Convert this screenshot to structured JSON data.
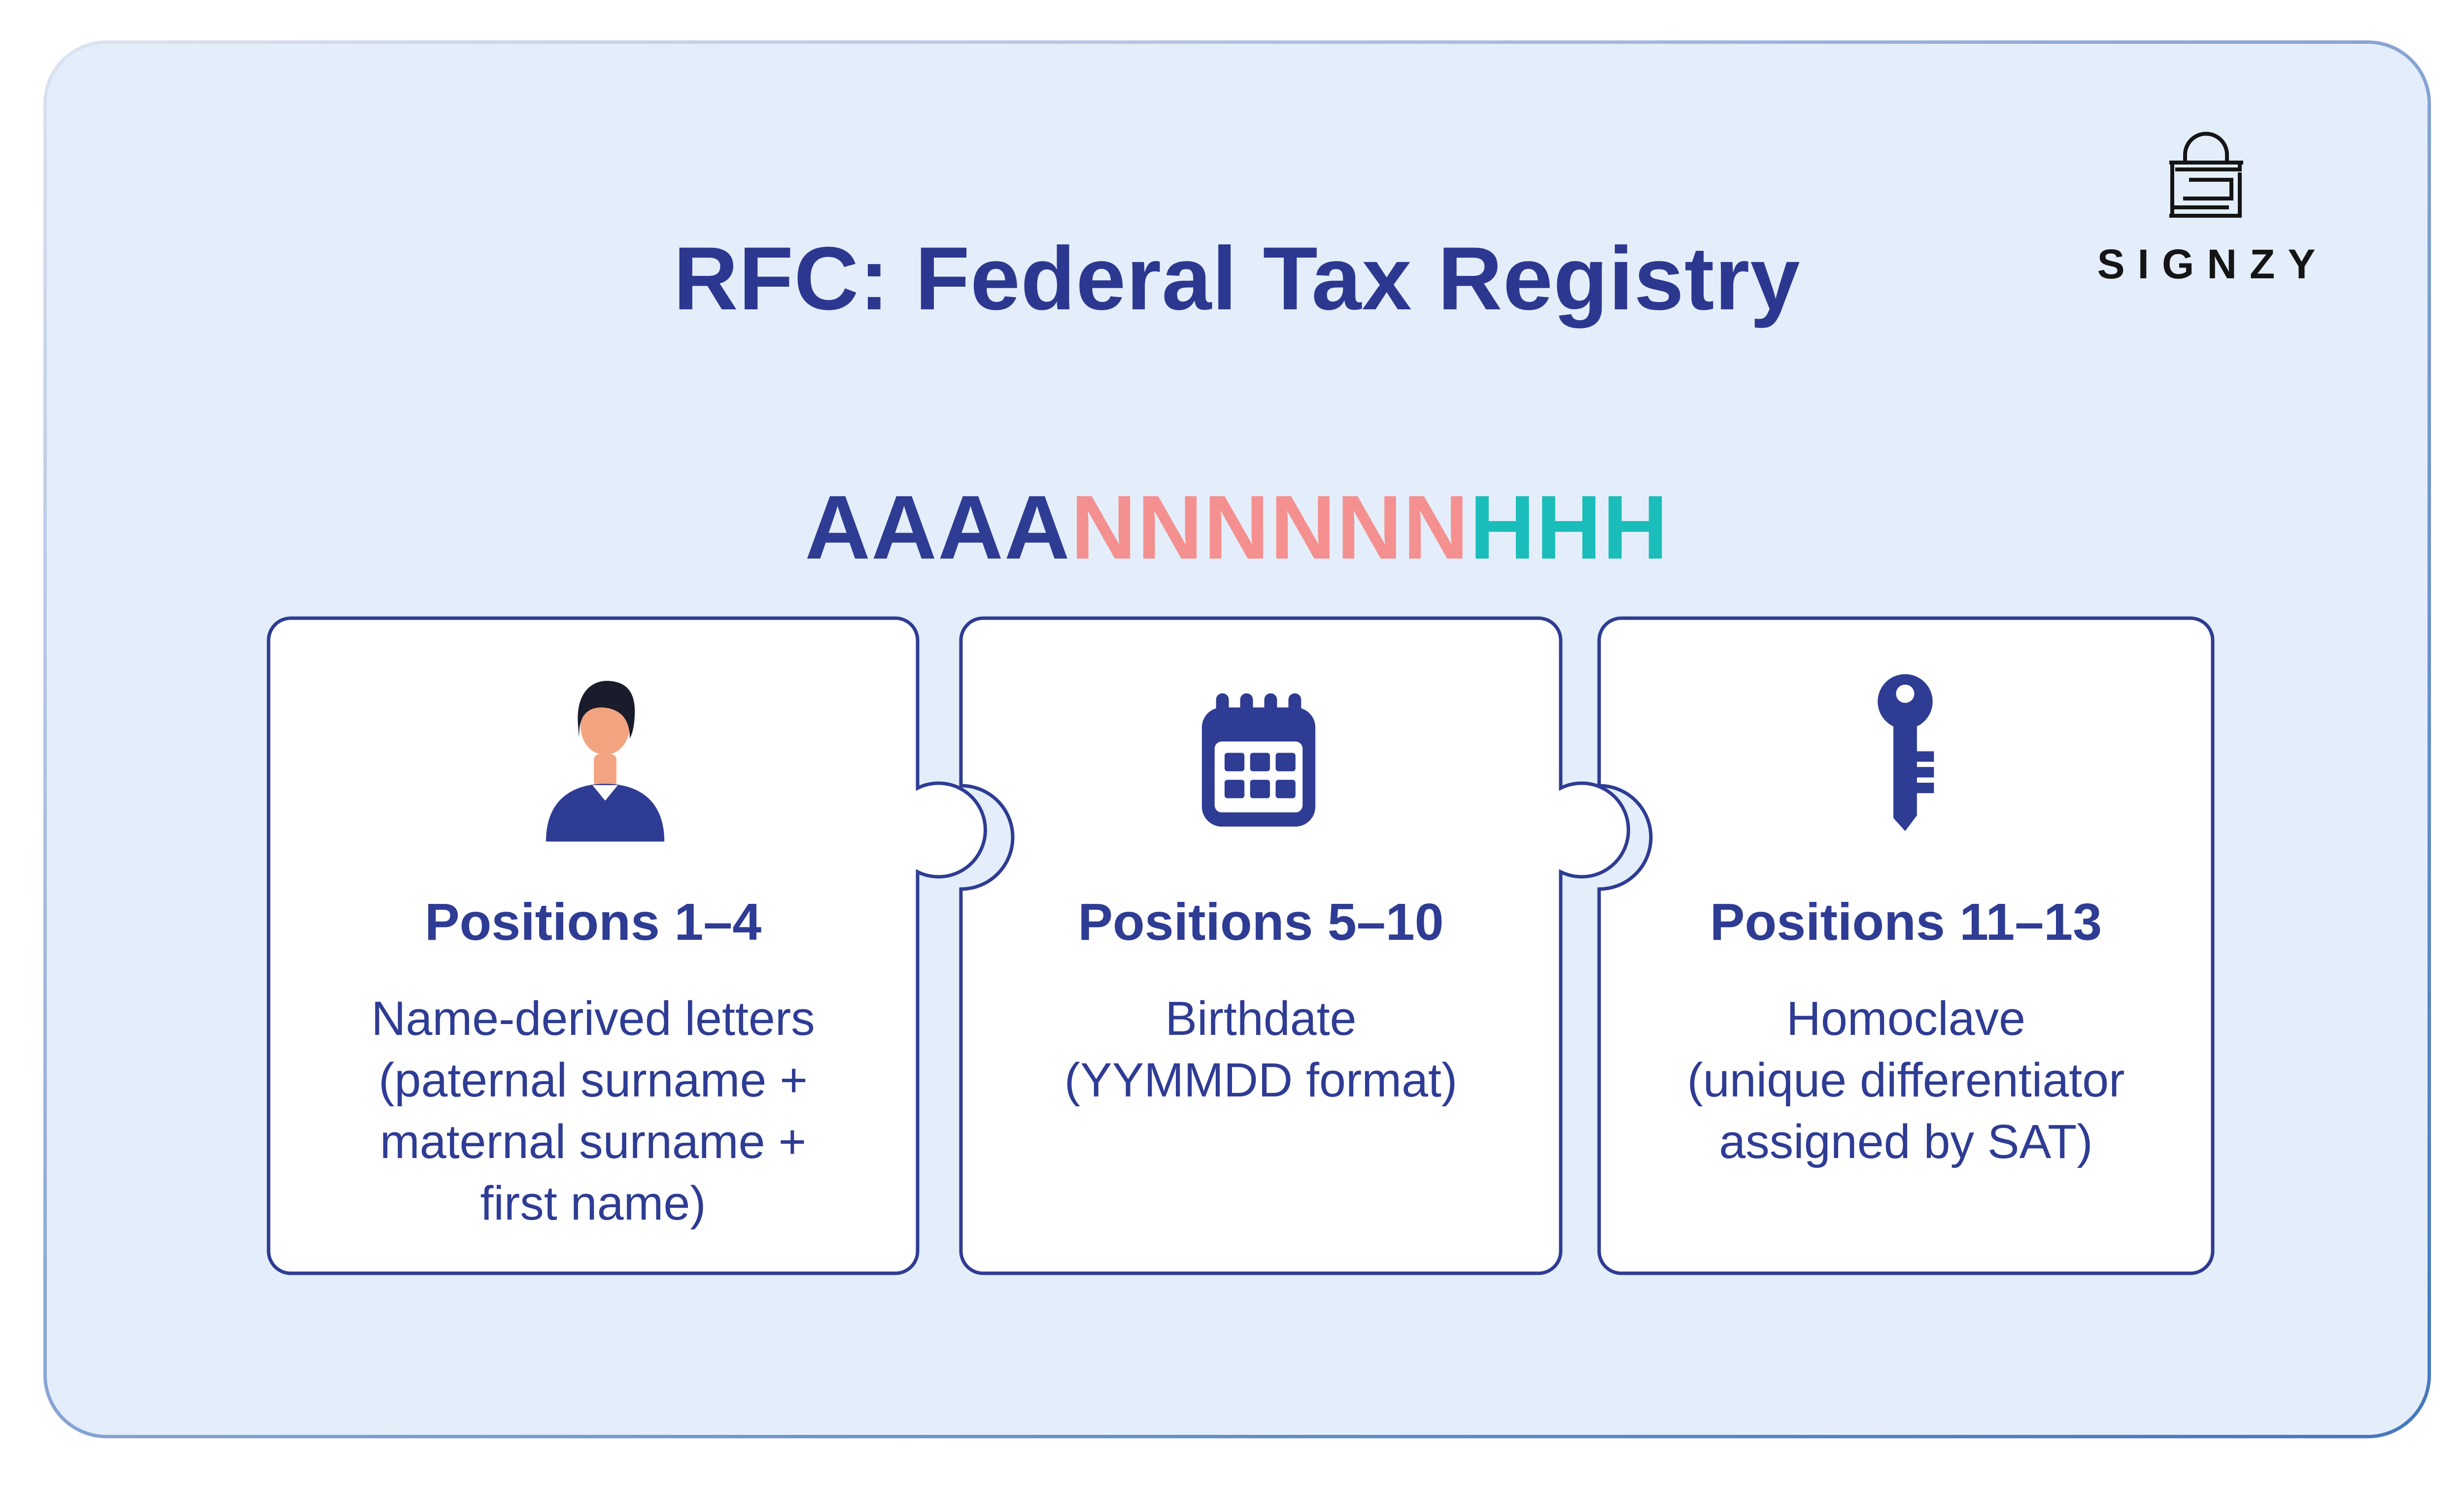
{
  "header": {
    "title": "RFC: Federal Tax Registry"
  },
  "logo": {
    "brand": "SIGNZY",
    "icon": "padlock-maze-icon"
  },
  "format_code": {
    "segments": [
      {
        "text": "AAAA",
        "color": "#2e3c94"
      },
      {
        "text": "NNNNNN",
        "color": "#f4908f"
      },
      {
        "text": "HHH",
        "color": "#1abdb9"
      }
    ]
  },
  "cards": [
    {
      "icon": "person-icon",
      "heading": "Positions 1–4",
      "body_lines": [
        "Name-derived letters",
        "(paternal surname +",
        "maternal surname +",
        "first name)"
      ]
    },
    {
      "icon": "calendar-icon",
      "heading": "Positions 5–10",
      "body_lines": [
        "Birthdate",
        "(YYMMDD format)"
      ]
    },
    {
      "icon": "key-icon",
      "heading": "Positions 11–13",
      "body_lines": [
        "Homoclave",
        "(unique differentiator",
        "assigned by SAT)"
      ]
    }
  ],
  "colors": {
    "page_bg": "#ffffff",
    "container_bg": "#e4eefa",
    "card_bg": "#ffffff",
    "navy": "#2e3c94",
    "navy_dark": "#2c3890",
    "salmon": "#f4908f",
    "teal": "#1abdb9",
    "face": "#f2a481",
    "hair": "#191d2b",
    "ink": "#151515",
    "border_start": "#dde3f0",
    "border_end": "#4478bf"
  }
}
